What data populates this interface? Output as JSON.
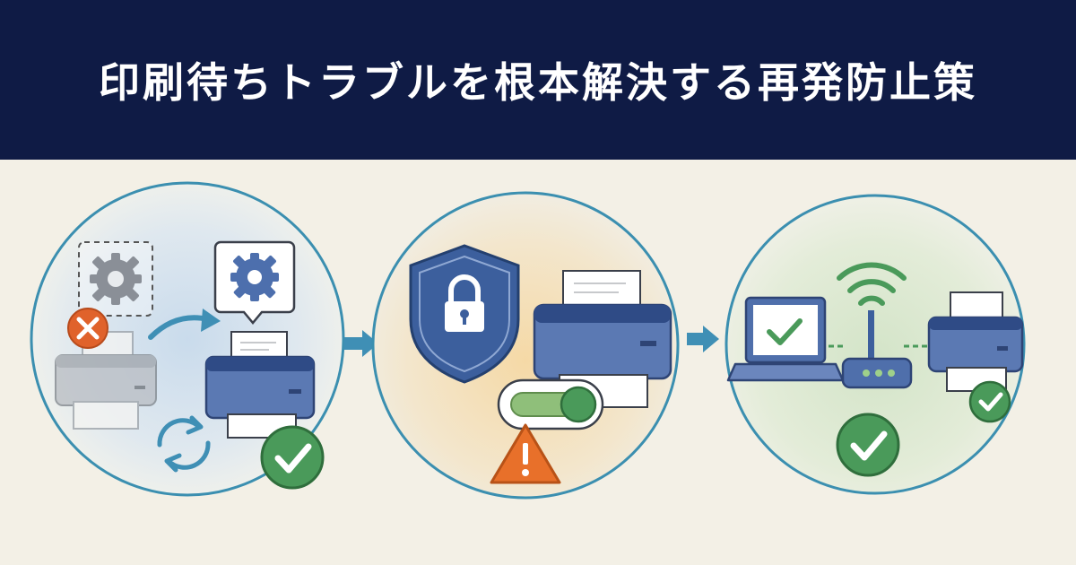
{
  "header": {
    "title": "印刷待ちトラブルを根本解決する再発防止策"
  },
  "colors": {
    "banner": "#0f1b45",
    "background": "#f3f0e6",
    "circle_border": "#3b8fb0",
    "printer_blue": "#3f5f9e",
    "success_green": "#3f8f4f",
    "error_orange": "#e0622b",
    "warning_orange": "#e8702a"
  },
  "panels": [
    {
      "name": "restart-spooler-panel",
      "icons": [
        "gear-icon",
        "error-x-icon",
        "arrow-icon",
        "printer-icon",
        "refresh-icon",
        "check-icon"
      ]
    },
    {
      "name": "security-settings-panel",
      "icons": [
        "shield-lock-icon",
        "printer-icon",
        "toggle-switch-icon",
        "warning-icon"
      ]
    },
    {
      "name": "network-connection-panel",
      "icons": [
        "laptop-check-icon",
        "wifi-router-icon",
        "printer-icon",
        "check-icon"
      ]
    }
  ]
}
